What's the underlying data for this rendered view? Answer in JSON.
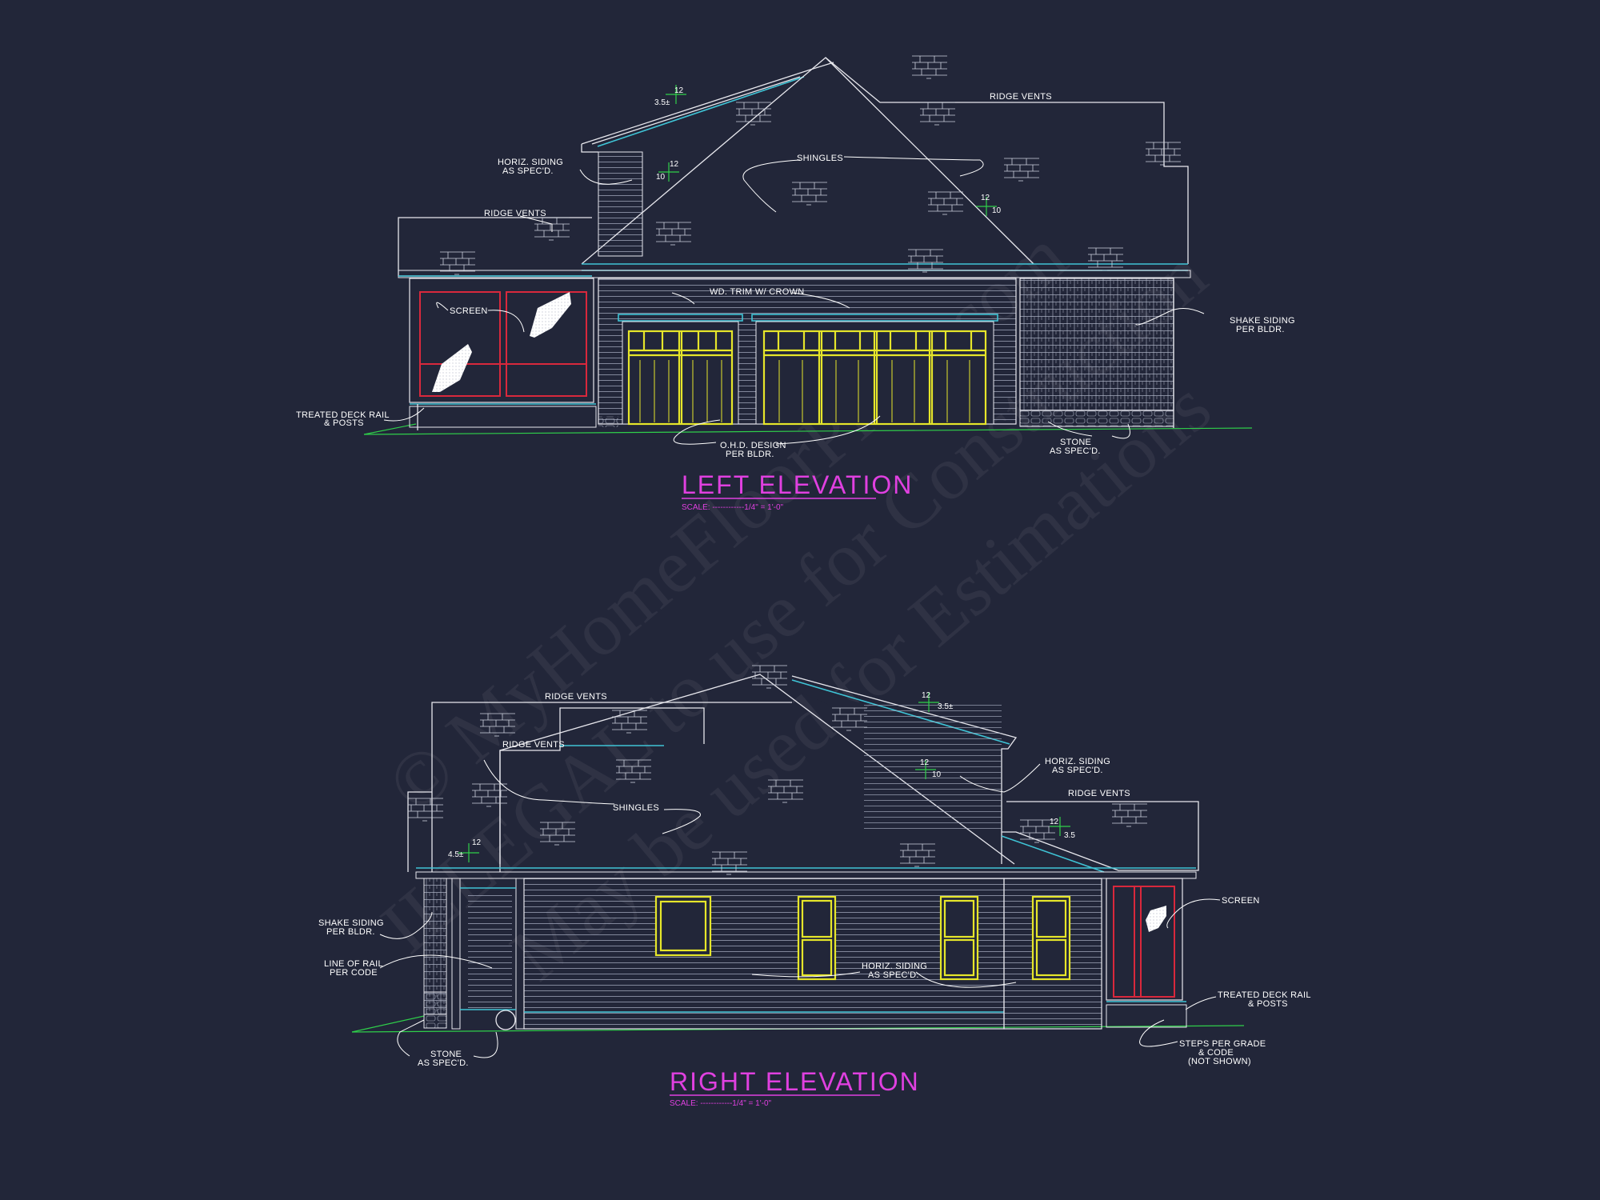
{
  "colors": {
    "background": "#222639",
    "title": "#e040e0",
    "garage_door": "#e6e62a",
    "trim": "#3fc4d6",
    "screen_frame": "#d9283c",
    "grade_line": "#2fcf4a"
  },
  "watermark": {
    "line1": "© MyHomeFloorPlans.com",
    "line2": "ILLEGAL to use for Construction",
    "line3": "May be used for Estimations"
  },
  "left_elevation": {
    "title": "LEFT ELEVATION",
    "scale": "SCALE: ------------1/4\" = 1'-0\"",
    "labels": {
      "ridge_vents_top": "RIDGE VENTS",
      "ridge_vents_left": "RIDGE VENTS",
      "horiz_siding_1": "HORIZ. SIDING",
      "horiz_siding_2": "AS SPEC'D.",
      "shingles": "SHINGLES",
      "wd_trim": "WD. TRIM W/ CROWN",
      "screen": "SCREEN",
      "shake_1": "SHAKE SIDING",
      "shake_2": "PER BLDR.",
      "deck_1": "TREATED DECK RAIL",
      "deck_2": "& POSTS",
      "ohd_1": "O.H.D. DESIGN",
      "ohd_2": "PER BLDR.",
      "stone_1": "STONE",
      "stone_2": "AS SPEC'D."
    },
    "pitches": {
      "p1_run": "12",
      "p1_rise": "3.5±",
      "p2_run": "12",
      "p2_rise": "10",
      "p3_run": "12",
      "p3_rise": "10"
    }
  },
  "right_elevation": {
    "title": "RIGHT ELEVATION",
    "scale": "SCALE: ------------1/4\" = 1'-0\"",
    "labels": {
      "ridge_vents_1": "RIDGE VENTS",
      "ridge_vents_2": "RIDGE VENTS",
      "ridge_vents_3": "RIDGE VENTS",
      "shingles": "SHINGLES",
      "horiz_siding_top_1": "HORIZ. SIDING",
      "horiz_siding_top_2": "AS SPEC'D.",
      "horiz_siding_mid_1": "HORIZ. SIDING",
      "horiz_siding_mid_2": "AS SPEC'D.",
      "shake_1": "SHAKE SIDING",
      "shake_2": "PER BLDR.",
      "rail_1": "LINE OF RAIL",
      "rail_2": "PER CODE",
      "stone_1": "STONE",
      "stone_2": "AS SPEC'D.",
      "screen": "SCREEN",
      "deck_1": "TREATED DECK RAIL",
      "deck_2": "& POSTS",
      "steps_1": "STEPS PER GRADE",
      "steps_2": "& CODE",
      "steps_3": "(NOT SHOWN)"
    },
    "pitches": {
      "p1_run": "12",
      "p1_rise": "3.5±",
      "p2_run": "12",
      "p2_rise": "10",
      "p3_run": "12",
      "p3_rise": "3.5",
      "p4_run": "12",
      "p4_rise": "4.5±"
    }
  }
}
